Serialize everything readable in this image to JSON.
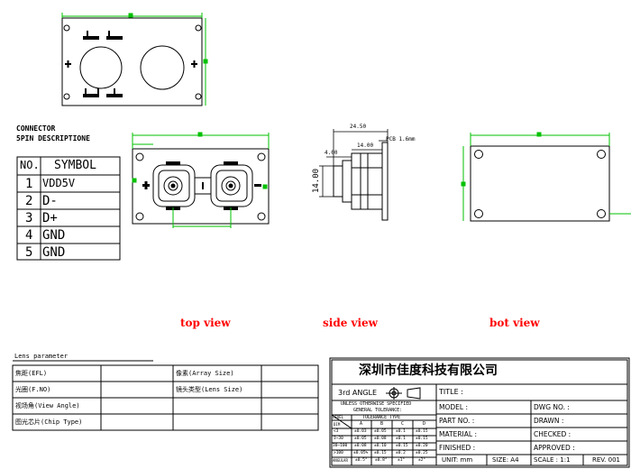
{
  "connector": {
    "heading_line1": "CONNECTOR",
    "heading_line2": "5PIN DESCRIPTIONE",
    "columns": [
      "NO.",
      "SYMBOL"
    ],
    "rows": [
      {
        "no": "1",
        "symbol": "VDD5V"
      },
      {
        "no": "2",
        "symbol": "D-"
      },
      {
        "no": "3",
        "symbol": "D+"
      },
      {
        "no": "4",
        "symbol": "GND"
      },
      {
        "no": "5",
        "symbol": "GND"
      }
    ]
  },
  "views": {
    "top": "top view",
    "side": "side view",
    "bot": "bot view"
  },
  "side_dims": {
    "width": "24.50",
    "mid": "14.00",
    "small": "4.00",
    "height": "14.00",
    "note": "PCB 1.6mm"
  },
  "lens": {
    "title": "Lens parameter",
    "rows": [
      {
        "left": "焦距(EFL)",
        "right": "像素(Array Size)"
      },
      {
        "left": "光圈(F.NO)",
        "right": "镜头类型(Lens Size)"
      },
      {
        "left": "视场角(View Angle)",
        "right": ""
      },
      {
        "left": "图光芯片(Chip Type)",
        "right": ""
      }
    ]
  },
  "title_block": {
    "company": "深圳市佳度科技有限公司",
    "angle": "3rd ANGLE",
    "title": "TITLE :",
    "tolerance_line1": "UNLESS OTHERWISE SPECIFIED",
    "tolerance_line2": "GENERAL TOLERANCE:",
    "tol_head": [
      "LEVEL",
      "TOLERANCE TYPE"
    ],
    "tol_sub": [
      "DIM",
      "A",
      "B",
      "C",
      "D"
    ],
    "tol_rows": [
      [
        "<3",
        "±0.03",
        "±0.05",
        "±0.1",
        "±0.15"
      ],
      [
        "3~30",
        "±0.05",
        "±0.08",
        "±0.1",
        "±0.15"
      ],
      [
        "30~100",
        "±0.08",
        "±0.10",
        "±0.15",
        "±0.20"
      ],
      [
        ">100",
        "±0.05%",
        "±0.15",
        "±0.2",
        "±0.25"
      ],
      [
        "ANGULAR",
        "±0.5°",
        "±0.8°",
        "±1°",
        "±2°"
      ]
    ],
    "model": "MODEL :",
    "part_no": "PART NO. :",
    "material": "MATERIAL :",
    "finished": "FINISHED :",
    "dwg_no": "DWG NO. :",
    "drawn": "DRAWN :",
    "checked": "CHECKED :",
    "approved": "APPROVED :",
    "unit": "UNIT: mm",
    "size": "SIZE: A4",
    "scale": "SCALE : 1:1",
    "rev": "REV. 001"
  }
}
